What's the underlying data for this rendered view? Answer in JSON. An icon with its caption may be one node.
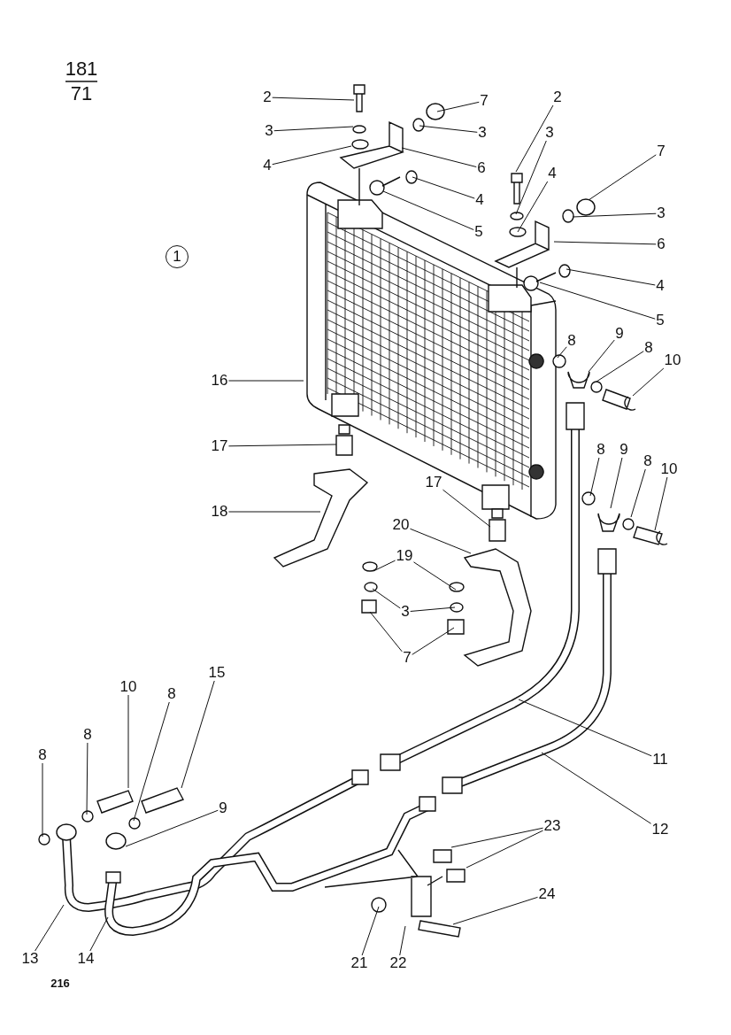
{
  "diagram": {
    "nodes": [
      {
        "text": [
          "1"
        ]
      },
      {
        "text": [
          "2"
        ]
      },
      {
        "text": [
          "3"
        ]
      },
      {
        "text": [
          "4"
        ]
      },
      {
        "text": [
          "7"
        ]
      },
      {
        "text": [
          "3"
        ]
      },
      {
        "text": [
          "6"
        ]
      },
      {
        "text": [
          "4"
        ]
      },
      {
        "text": [
          "5"
        ]
      },
      {
        "text": [
          "2"
        ]
      },
      {
        "text": [
          "3"
        ]
      },
      {
        "text": [
          "4"
        ]
      },
      {
        "text": [
          "7"
        ]
      },
      {
        "text": [
          "3"
        ]
      },
      {
        "text": [
          "6"
        ]
      },
      {
        "text": [
          "4"
        ]
      },
      {
        "text": [
          "5"
        ]
      },
      {
        "text": [
          "8"
        ]
      },
      {
        "text": [
          "9"
        ]
      },
      {
        "text": [
          "8"
        ]
      },
      {
        "text": [
          "10"
        ]
      },
      {
        "text": [
          "16"
        ]
      },
      {
        "text": [
          "17"
        ]
      },
      {
        "text": [
          "8"
        ]
      },
      {
        "text": [
          "9"
        ]
      },
      {
        "text": [
          "8"
        ]
      },
      {
        "text": [
          "10"
        ]
      },
      {
        "text": [
          "17"
        ]
      },
      {
        "text": [
          "18"
        ]
      },
      {
        "text": [
          "20"
        ]
      },
      {
        "text": [
          "19"
        ]
      },
      {
        "text": [
          "3"
        ]
      },
      {
        "text": [
          "7"
        ]
      },
      {
        "text": [
          "15"
        ]
      },
      {
        "text": [
          "10"
        ]
      },
      {
        "text": [
          "8"
        ]
      },
      {
        "text": [
          "8"
        ]
      },
      {
        "text": [
          "8"
        ]
      },
      {
        "text": [
          "9"
        ]
      },
      {
        "text": [
          "11"
        ]
      },
      {
        "text": [
          "12"
        ]
      },
      {
        "text": [
          "23"
        ]
      },
      {
        "text": [
          "24"
        ]
      },
      {
        "text": [
          "13"
        ]
      },
      {
        "text": [
          "14"
        ]
      },
      {
        "text": [
          "21"
        ]
      },
      {
        "text": [
          "22"
        ]
      }
    ],
    "edges": [
      {
        "from": 1,
        "to": null,
        "arrow": "none"
      },
      {
        "from": 2,
        "to": null,
        "arrow": "none"
      },
      {
        "from": 3,
        "to": null,
        "arrow": "none"
      },
      {
        "from": 4,
        "to": null,
        "arrow": "none"
      },
      {
        "from": 5,
        "to": null,
        "arrow": "none"
      },
      {
        "from": 6,
        "to": null,
        "arrow": "none"
      },
      {
        "from": 7,
        "to": null,
        "arrow": "none"
      },
      {
        "from": 8,
        "to": null,
        "arrow": "none"
      },
      {
        "from": 9,
        "to": null,
        "arrow": "none"
      },
      {
        "from": 10,
        "to": null,
        "arrow": "none"
      },
      {
        "from": 11,
        "to": null,
        "arrow": "none"
      },
      {
        "from": 12,
        "to": null,
        "arrow": "none"
      },
      {
        "from": 13,
        "to": null,
        "arrow": "none"
      },
      {
        "from": 14,
        "to": null,
        "arrow": "none"
      },
      {
        "from": 15,
        "to": null,
        "arrow": "none"
      },
      {
        "from": 16,
        "to": null,
        "arrow": "none"
      },
      {
        "from": 17,
        "to": null,
        "arrow": "none"
      },
      {
        "from": 18,
        "to": null,
        "arrow": "none"
      },
      {
        "from": 19,
        "to": null,
        "arrow": "none"
      },
      {
        "from": 20,
        "to": null,
        "arrow": "none"
      },
      {
        "from": 21,
        "to": null,
        "arrow": "none"
      },
      {
        "from": 22,
        "to": null,
        "arrow": "none"
      },
      {
        "from": 23,
        "to": null,
        "arrow": "none"
      },
      {
        "from": 24,
        "to": null,
        "arrow": "none"
      },
      {
        "from": 25,
        "to": null,
        "arrow": "none"
      },
      {
        "from": 26,
        "to": null,
        "arrow": "none"
      },
      {
        "from": 27,
        "to": null,
        "arrow": "none"
      },
      {
        "from": 28,
        "to": null,
        "arrow": "none"
      },
      {
        "from": 29,
        "to": null,
        "arrow": "none"
      },
      {
        "from": 30,
        "to": null,
        "arrow": "none"
      },
      {
        "from": 30,
        "to": null,
        "arrow": "none"
      },
      {
        "from": 31,
        "to": null,
        "arrow": "none"
      },
      {
        "from": 31,
        "to": null,
        "arrow": "none"
      },
      {
        "from": 32,
        "to": null,
        "arrow": "none"
      },
      {
        "from": 32,
        "to": null,
        "arrow": "none"
      },
      {
        "from": 33,
        "to": null,
        "arrow": "none"
      },
      {
        "from": 34,
        "to": null,
        "arrow": "none"
      },
      {
        "from": 35,
        "to": null,
        "arrow": "none"
      },
      {
        "from": 36,
        "to": null,
        "arrow": "none"
      },
      {
        "from": 37,
        "to": null,
        "arrow": "none"
      },
      {
        "from": 38,
        "to": null,
        "arrow": "none"
      },
      {
        "from": 39,
        "to": null,
        "arrow": "none"
      },
      {
        "from": 40,
        "to": null,
        "arrow": "none"
      },
      {
        "from": 41,
        "to": null,
        "arrow": "none"
      },
      {
        "from": 41,
        "to": null,
        "arrow": "none"
      },
      {
        "from": 42,
        "to": null,
        "arrow": "none"
      },
      {
        "from": 43,
        "to": null,
        "arrow": "none"
      },
      {
        "from": 44,
        "to": null,
        "arrow": "none"
      },
      {
        "from": 45,
        "to": null,
        "arrow": "none"
      },
      {
        "from": 46,
        "to": null,
        "arrow": "none"
      }
    ],
    "labels": [
      "181",
      "71",
      "216"
    ]
  }
}
